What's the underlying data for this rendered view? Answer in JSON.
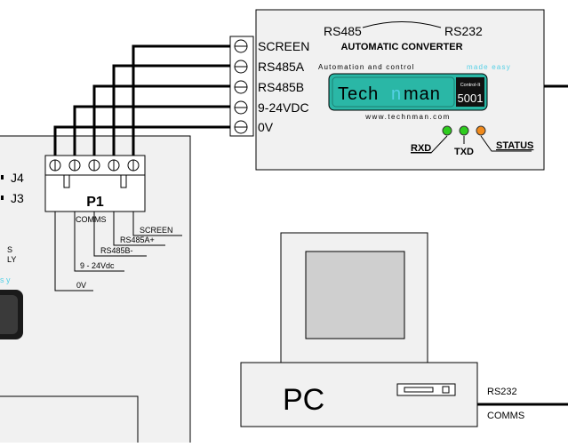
{
  "converter": {
    "rs485_label": "RS485",
    "rs232_label": "RS232",
    "title": "AUTOMATIC CONVERTER",
    "tagline_prefix": "Automation and control",
    "tagline_suffix": "made easy",
    "logo_text_left": "Tech",
    "logo_text_mid": "n",
    "logo_text_right": "man",
    "badge_top": "Control-It",
    "badge_number": "5001",
    "website": "www.technman.com",
    "terminals": [
      "SCREEN",
      "RS485A",
      "RS485B",
      "9-24VDC",
      "0V"
    ],
    "leds": [
      {
        "label": "RXD",
        "color": "#2ecc1e"
      },
      {
        "label": "TXD",
        "color": "#2ecc1e"
      },
      {
        "label": "STATUS",
        "color": "#f08a1c"
      }
    ]
  },
  "board": {
    "j4_label": "J4",
    "j3_label": "J3",
    "p1_label": "P1",
    "comms_label": "COMMS",
    "side_text_1": "S",
    "side_text_2": "LY",
    "side_text_3": "s y",
    "pin_labels": [
      "SCREEN",
      "RS485A+",
      "RS485B-",
      "9 - 24Vdc",
      "0V"
    ]
  },
  "pc": {
    "label": "PC",
    "rs232_label": "RS232",
    "comms_label": "COMMS"
  },
  "colors": {
    "accent_teal": "#2ab7a6",
    "logo_cyan": "#54d0e6",
    "led_green": "#2ecc1e",
    "led_orange": "#f08a1c",
    "box_fill": "#f1f1f1",
    "screen_fill": "#cfcfcf"
  }
}
